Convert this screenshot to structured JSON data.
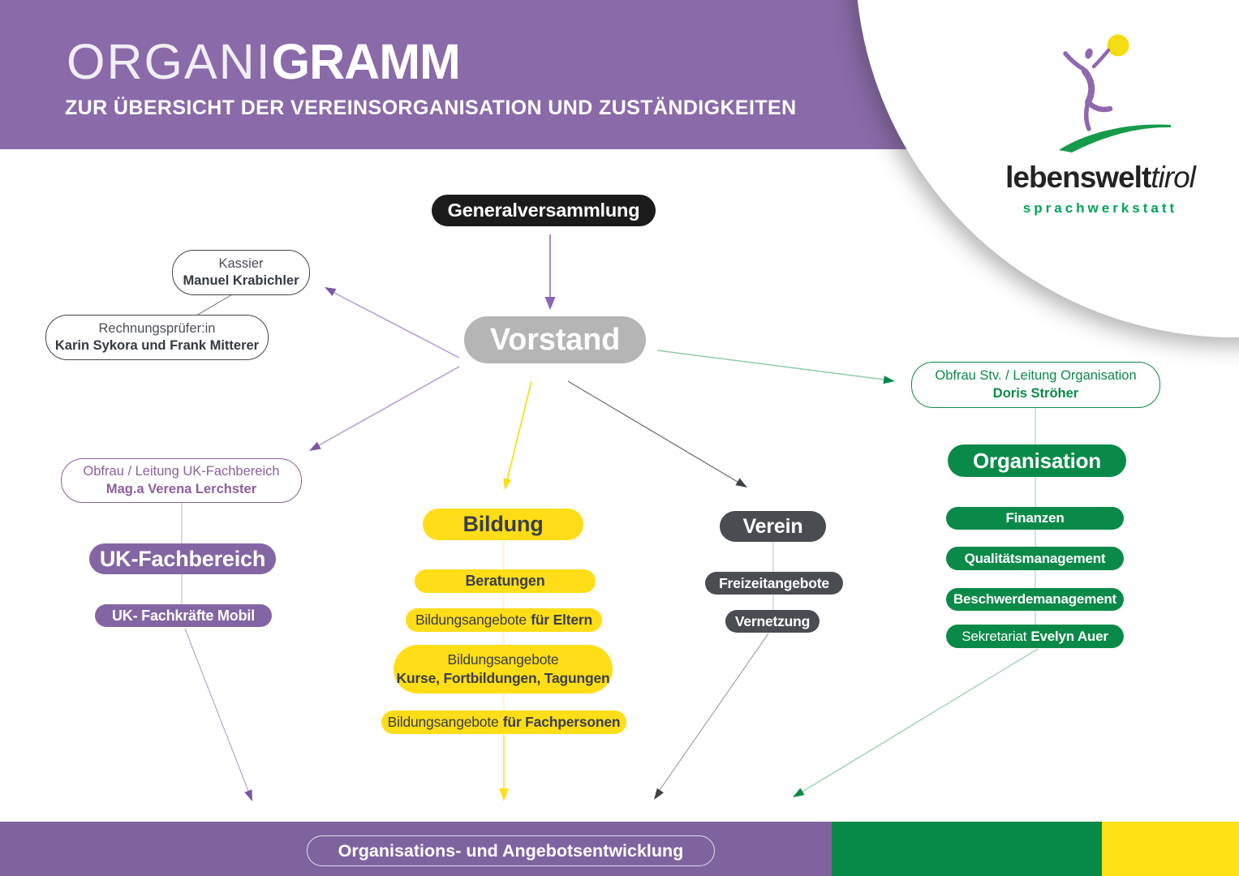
{
  "header": {
    "title_light": "ORGANI",
    "title_bold": "GRAMM",
    "subtitle": "ZUR ÜBERSICHT DER VEREINSORGANISATION UND ZUSTÄNDIGKEITEN"
  },
  "logo": {
    "name_bold": "lebenswelt",
    "name_italic": "tirol",
    "tagline": "sprachwerkstatt"
  },
  "nodes": {
    "generalversammlung": {
      "label": "Generalversammlung"
    },
    "vorstand": {
      "label": "Vorstand"
    },
    "kassier": {
      "role": "Kassier",
      "name": "Manuel Krabichler"
    },
    "rechnungspruefer": {
      "role": "Rechnungsprüfer:in",
      "name": "Karin Sykora und Frank Mitterer"
    },
    "uk_lead": {
      "role": "Obfrau / Leitung UK-Fachbereich",
      "name": "Mag.a Verena Lerchster"
    },
    "uk_fachbereich": {
      "label": "UK-Fachbereich"
    },
    "uk_mobil": {
      "label": "UK- Fachkräfte Mobil"
    },
    "bildung": {
      "label": "Bildung"
    },
    "beratungen": {
      "label": "Beratungen"
    },
    "bildung_eltern": {
      "prefix": "Bildungsangebote",
      "bold": "für Eltern"
    },
    "bildung_kurse": {
      "line1": "Bildungsangebote",
      "line2": "Kurse, Fortbildungen, Tagungen"
    },
    "bildung_fachpersonen": {
      "prefix": "Bildungsangebote",
      "bold": "für Fachpersonen"
    },
    "verein": {
      "label": "Verein"
    },
    "freizeitangebote": {
      "label": "Freizeitangebote"
    },
    "vernetzung": {
      "label": "Vernetzung"
    },
    "org_lead": {
      "role": "Obfrau Stv. / Leitung Organisation",
      "name": "Doris Ströher"
    },
    "organisation": {
      "label": "Organisation"
    },
    "finanzen": {
      "label": "Finanzen"
    },
    "qualitaetsmanagement": {
      "label": "Qualitätsmanagement"
    },
    "beschwerdemanagement": {
      "label": "Beschwerdemanagement"
    },
    "sekretariat": {
      "prefix": "Sekretariat",
      "bold": "Evelyn Auer"
    }
  },
  "footer": {
    "label": "Organisations- und Angebotsentwicklung"
  },
  "colors": {
    "header_purple": "#8a6aa9",
    "footer_purple": "#7f639f",
    "pill_purple": "#8465a4",
    "pill_yellow": "#ffdd17",
    "pill_green": "#0a8a48",
    "pill_dark": "#494d52",
    "pill_black": "#1b1b1b",
    "vorstand_gray": "#b5b5b6",
    "footer_green": "#078a48",
    "footer_yellow": "#ffe012",
    "logo_green": "#00a356",
    "logo_purple": "#8f68ad",
    "logo_sun_yellow": "#f4dd13"
  }
}
